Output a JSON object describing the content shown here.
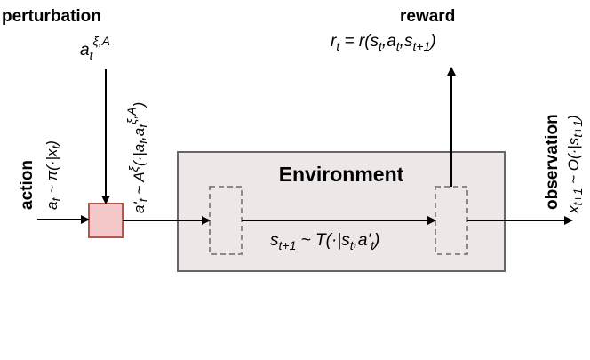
{
  "labels": {
    "perturbation_title": "perturbation",
    "perturbation_formula": {
      "base": "a",
      "sub": "t",
      "sup": "ξ,A"
    },
    "action_title": "action",
    "action_formula": {
      "a": "a",
      "a_sub": "t",
      "rest": " ~ π(·|x",
      "x_sub": "t",
      "close": ")"
    },
    "perturbed_action_formula": {
      "a": "a'",
      "a_sub": "t",
      "mid": " ~ A",
      "A_sup": "ξ",
      "args": "(·|a",
      "arg_sub": "t",
      "comma": ",a",
      "a2_sub": "t",
      "a2_sup": "ξ,A",
      "close": ")"
    },
    "environment_title": "Environment",
    "transition_formula": {
      "s": "s",
      "s_sub": "t+1",
      "mid": " ~ T(·|s",
      "s2_sub": "t",
      "tail": ",a'",
      "a_sub": "t",
      "close": ")"
    },
    "reward_title": "reward",
    "reward_formula": {
      "r": "r",
      "r_sub": "t",
      "eq": " = r(s",
      "s_sub": "t",
      "comma1": ",a",
      "a_sub": "t",
      "comma2": ",s",
      "s2_sub": "t+1",
      "close": ")"
    },
    "observation_title": "observation",
    "observation_formula": {
      "x": "x",
      "x_sub": "t+1",
      "mid": " ~ O(·|s",
      "s_sub": "t+1",
      "close": ")"
    }
  },
  "colors": {
    "environment_fill": "#ede7e7",
    "environment_stroke": "#666666",
    "perturbation_fill": "#f4c7c9",
    "perturbation_stroke": "#b85450",
    "dashed_box_stroke": "#8a8a8a",
    "arrow": "#000000"
  }
}
